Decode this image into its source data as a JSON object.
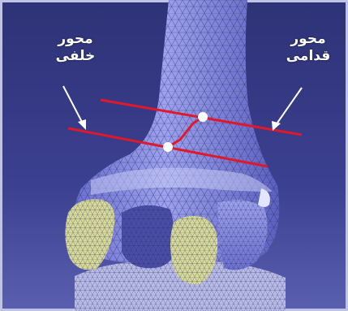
{
  "labels": {
    "posterior_axis": {
      "line1": "محور",
      "line2": "خلفی"
    },
    "anterior_axis": {
      "line1": "محور",
      "line2": "قدامی"
    }
  },
  "colors": {
    "background": "#3b3f8c",
    "bone": "#8f93e8",
    "cartilage": "#d8dc9c",
    "axis_line": "#e0182b",
    "point": "#ffffff"
  }
}
